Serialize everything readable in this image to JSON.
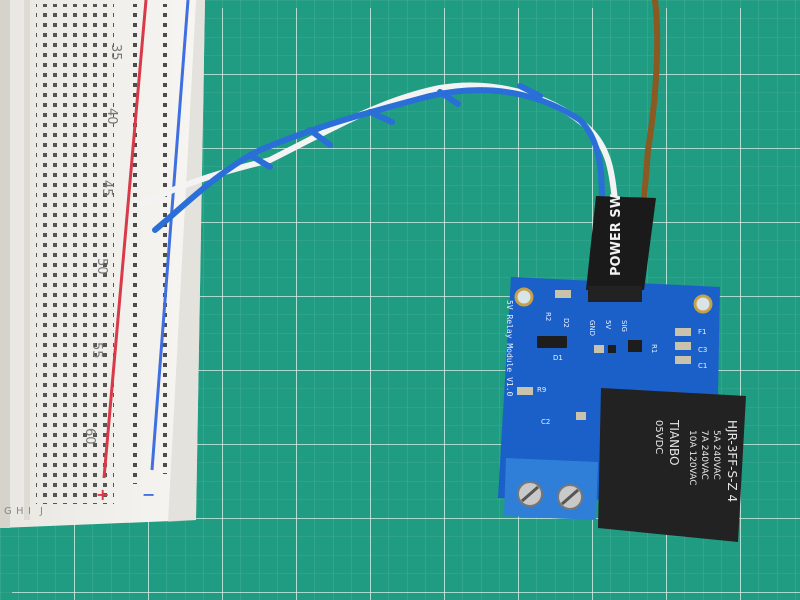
{
  "breadboard": {
    "row_numbers": [
      "35",
      "40",
      "45",
      "50",
      "55",
      "60"
    ],
    "rail_plus": "+",
    "rail_minus": "−",
    "column_letters": [
      "J",
      "I",
      "H",
      "G"
    ]
  },
  "connector": {
    "label": "POWER SW"
  },
  "relay_module": {
    "board_name": "5V Relay Module V1.0",
    "pin_labels": [
      "GND",
      "5V",
      "SIG"
    ],
    "component_labels": {
      "r2": "R2",
      "d2": "D2",
      "d1": "D1",
      "r1": "R1",
      "f1": "F1",
      "c3": "C3",
      "c1": "C1",
      "r9": "R9",
      "c2": "C2"
    }
  },
  "relay": {
    "brand": "TIANBO",
    "coil": "05VDC",
    "rating_1": "10A 120VAC",
    "rating_2": "7A 240VAC",
    "rating_3": "5A 240VAC",
    "model": "HJR-3FF-S-Z 4"
  },
  "colors": {
    "cutting_mat": "#1f9c82",
    "grid_line": "#c9e7dc",
    "pcb": "#1b5fc8",
    "relay_body": "#222222",
    "terminal_block": "#2f7fd9",
    "wire_blue": "#2a6ed8",
    "wire_white": "#f3f3f3",
    "wire_brown": "#8a5a22",
    "rail_red": "#d83a4a",
    "rail_blue": "#3f6fe0"
  }
}
